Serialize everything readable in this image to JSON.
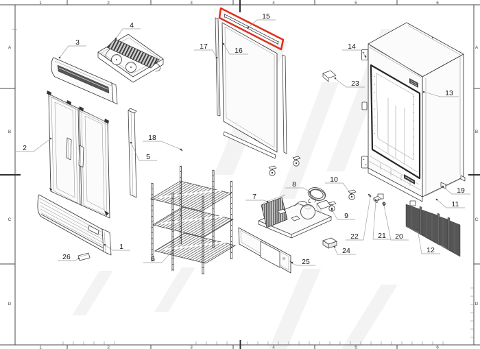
{
  "colors": {
    "highlight_red": "#e0301e"
  },
  "frame": {
    "cols": [
      "1",
      "2",
      "3",
      "4",
      "5",
      "6"
    ],
    "rows": [
      "A",
      "B",
      "C",
      "D"
    ]
  },
  "callouts": {
    "n1": "1",
    "n2": "2",
    "n3": "3",
    "n4": "4",
    "n5": "5",
    "n6": "6",
    "n7": "7",
    "n8": "8",
    "n9": "9",
    "n10": "10",
    "n11": "11",
    "n12": "12",
    "n13": "13",
    "n14": "14",
    "n15": "15",
    "n16": "16",
    "n17": "17",
    "n18": "18",
    "n19": "19",
    "n20": "20",
    "n21": "21",
    "n22": "22",
    "n23": "23",
    "n24": "24",
    "n25": "25",
    "n26": "26"
  }
}
